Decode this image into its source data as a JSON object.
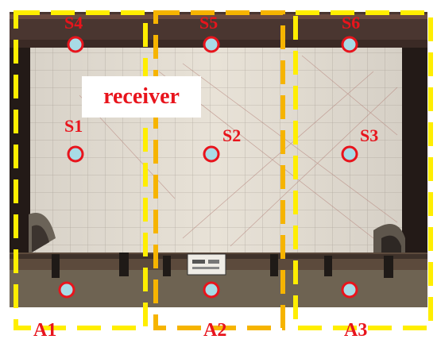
{
  "sensors": [
    {
      "id": "S1",
      "label": "S1"
    },
    {
      "id": "S2",
      "label": "S2"
    },
    {
      "id": "S3",
      "label": "S3"
    },
    {
      "id": "S4",
      "label": "S4"
    },
    {
      "id": "S5",
      "label": "S5"
    },
    {
      "id": "S6",
      "label": "S6"
    }
  ],
  "receiver_label": "receiver",
  "areas": [
    {
      "id": "A1",
      "label": "A1",
      "color": "#ffee00"
    },
    {
      "id": "A2",
      "label": "A2",
      "color": "#f6b400"
    },
    {
      "id": "A3",
      "label": "A3",
      "color": "#ffee00"
    }
  ],
  "colors": {
    "label_red": "#e8141c",
    "sensor_fill": "#a8dbe6",
    "sensor_stroke": "#e8141c",
    "dash_yellow": "#ffee00",
    "dash_orange": "#f6b400"
  }
}
